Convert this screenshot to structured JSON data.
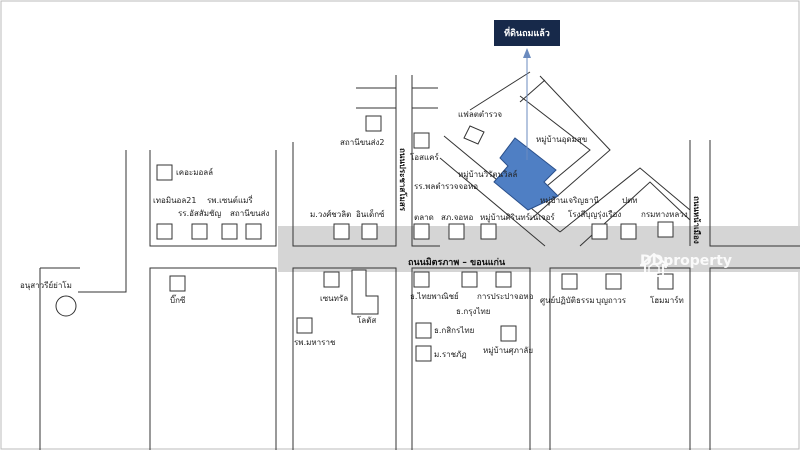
{
  "map": {
    "callout": "ที่ดินถมแล้ว",
    "watermark": "DDproperty",
    "main_road": "ถนนมิตรภาพ – ขอนแก่น",
    "vertical_road_1": "ถนนประชาสโมสร",
    "vertical_road_2": "ถนนหน้าเมือง",
    "landmarks": {
      "monument": "อนุสาวรีย์ย่าโม",
      "kerze_mall": "เคอะมอลล์",
      "terminal21": "เทอมินอล21",
      "st_mary": "รพ.เซนต์แมรี่",
      "rr_assumption": "รร.อัสสัมชัญ",
      "police_station_left": "สถานีขนส่ง",
      "police_station2": "สถานีขนส่ง2",
      "o_care": "โอสแคร์",
      "flat_police": "แฟลตตำรวจ",
      "village_udomsuk": "หมู่บ้านอุดมสุข",
      "village_chai": "หมู่บ้านวิรัตนวิลล์",
      "rr_police": "รร.พลตำรวจจอหอ",
      "village_charoen": "หมู่บ้านเจริญธานี",
      "m_wongsawat": "ม.วงศ์ชวลิต",
      "index": "อินเด็กซ์",
      "talad": "ตลาด",
      "sk_johor": "สภ.จอหอ",
      "village_sirinoi": "หมู่บ้านศิรินทร์เนเจอร์",
      "rr_boonwat": "โรงสีบุญรุ่งเรือง",
      "ptt": "ปตท",
      "highway_dept": "กรมทางหลวง",
      "big_c": "บิ๊กซี",
      "central": "เซนทรัล",
      "lotus": "โลตัส",
      "rp_maharat": "รพ.มหาราช",
      "scb": "ธ.ไทยพาณิชย์",
      "pea": "การประปาจอหอ",
      "ktb": "ธ.กรุงไทย",
      "kbank": "ธ.กสิกรไทย",
      "rajabhat": "ม.ราชภัฏ",
      "village_suk": "หมู่บ้านศุภาลัย",
      "dharma_center": "ศูนย์ปฏิบัติธรรม",
      "boonthavorn": "บุญถาวร",
      "homemart": "โฮมมาร์ท"
    }
  }
}
